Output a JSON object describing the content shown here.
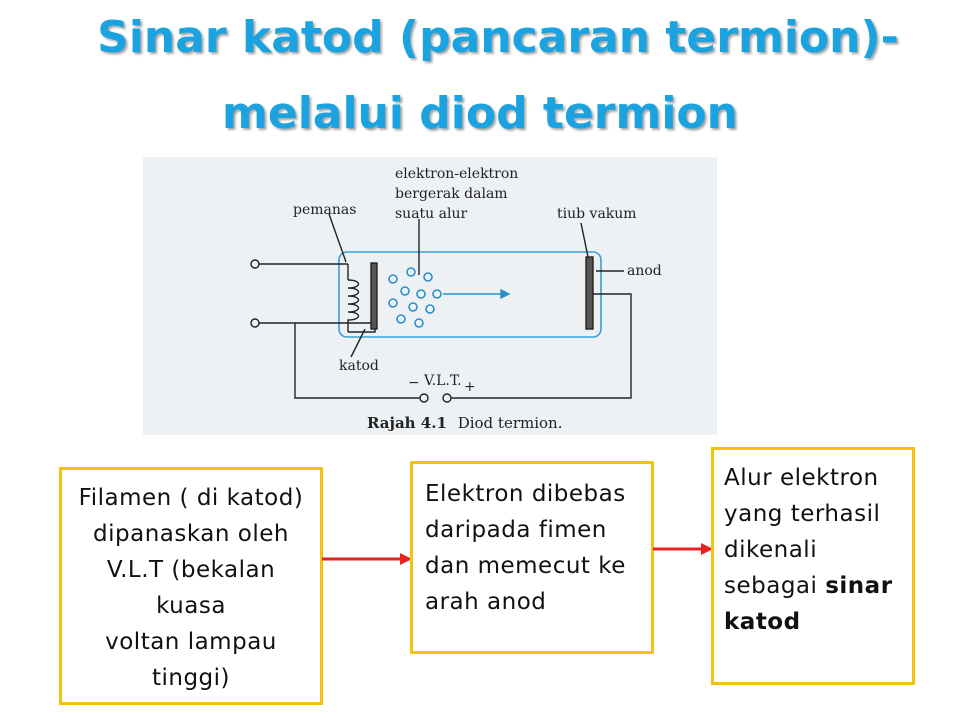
{
  "title": {
    "line1": "Sinar katod (pancaran termion)-",
    "line2": "melalui diod termion"
  },
  "figure": {
    "labels": {
      "heater": "pemanas",
      "electrons": [
        "elektron-elektron",
        "bergerak dalam",
        "suatu alur"
      ],
      "vacuum_tube": "tiub vakum",
      "anode": "anod",
      "cathode": "katod",
      "minus": "−",
      "vlt": "V.L.T.",
      "plus": "+"
    },
    "caption_ref": "Rajah 4.1",
    "caption_text": "Diod termion."
  },
  "flow": {
    "box1": "Filamen ( di katod)\ndipanaskan oleh\nV.L.T (bekalan kuasa\nvoltan lampau\ntinggi)",
    "box2": "Elektron dibebas\ndaripada fimen\ndan memecut ke\narah anod",
    "box3_prefix": "Alur elektron\nyang terhasil\ndikenali\nsebagai ",
    "box3_term": "sinar\nkatod"
  },
  "colors": {
    "title": "#1aa3e0",
    "box_border": "#f4c20d",
    "arrow": "#e82020",
    "electron": "#2a8fc8"
  }
}
